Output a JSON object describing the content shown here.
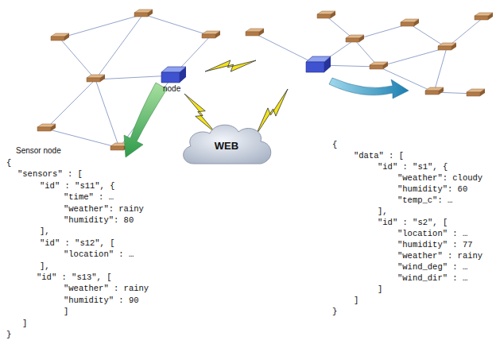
{
  "diagram": {
    "nodes": [
      {
        "text": [
          "WEB"
        ]
      }
    ],
    "labels": [
      "node",
      "Sensor node",
      "{",
      "\"sensors\" : [",
      "\"id\" : \"s11\", {",
      "\"time\" : …",
      "\"weather\": rainy",
      "\"humidity\": 80",
      "],",
      "\"id\" : \"s12\", [",
      "\"location\" : …",
      "],",
      "\"id\" : \"s13\", [",
      "\"weather\" : rainy",
      "\"humidity\" : 90",
      "]",
      "]",
      "}",
      "{",
      "\"data\" : [",
      "\"id\" : \"s1\", {",
      "\"weather\": cloudy",
      "\"humidity\": 60",
      "\"temp_c\": …",
      "],",
      "\"id\" : \"s2\", [",
      "\"location\" : …",
      "\"humidity\" : 77",
      "\"weather\" : rainy",
      "\"wind_deg\" : …",
      "\"wind_dir\" : …",
      "]",
      "]",
      "}"
    ]
  }
}
